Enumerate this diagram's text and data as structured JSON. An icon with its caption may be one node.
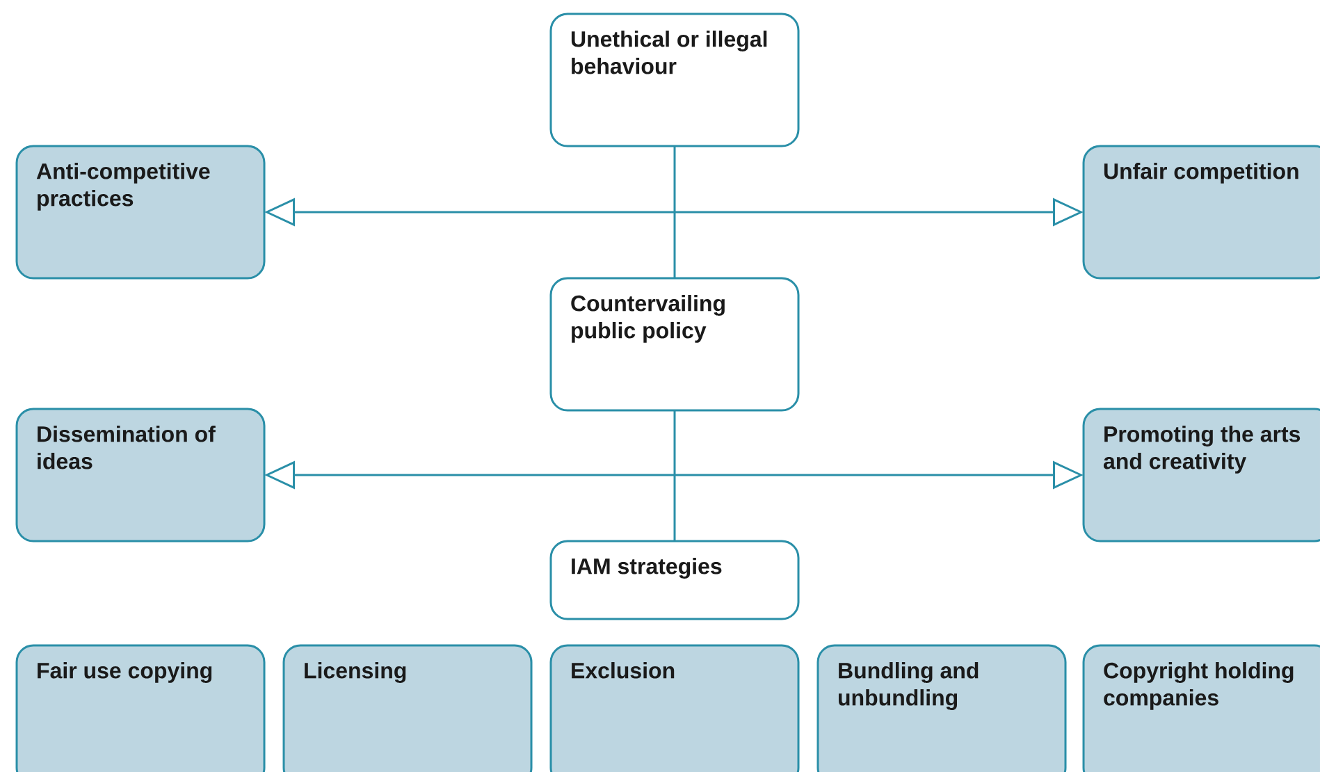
{
  "diagram": {
    "nodes": [
      {
        "text": [
          "Unethical or illegal behaviour"
        ]
      },
      {
        "text": [
          "Anti-competitive practices"
        ]
      },
      {
        "text": [
          "Unfair competition"
        ]
      },
      {
        "text": [
          "Countervailing public policy"
        ]
      },
      {
        "text": [
          "Dissemination of ideas"
        ]
      },
      {
        "text": [
          "Promoting the arts and creativity"
        ]
      },
      {
        "text": [
          "IAM strategies"
        ]
      },
      {
        "text": [
          "Fair use copying"
        ]
      },
      {
        "text": [
          "Licensing"
        ]
      },
      {
        "text": [
          "Exclusion"
        ]
      },
      {
        "text": [
          "Bundling and unbundling"
        ]
      },
      {
        "text": [
          "Copyright holding companies"
        ]
      }
    ],
    "edges": [
      {
        "from": 0,
        "to": 3,
        "arrow": "none"
      },
      {
        "from": 1,
        "to": 2,
        "arrow": "both"
      },
      {
        "from": 3,
        "to": 6,
        "arrow": "none"
      },
      {
        "from": 4,
        "to": 5,
        "arrow": "both"
      }
    ]
  }
}
